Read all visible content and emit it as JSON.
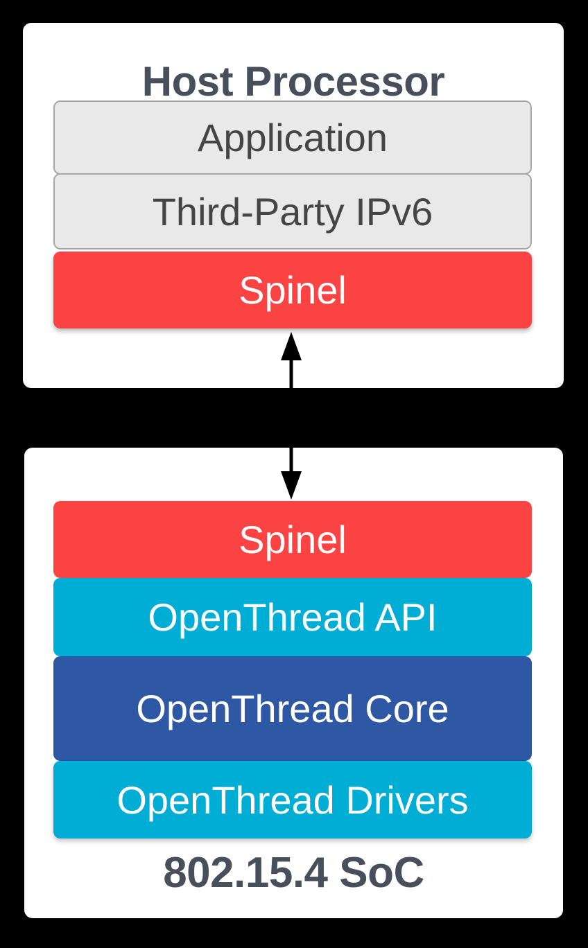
{
  "colors": {
    "background": "#000000",
    "card": "#FFFFFF",
    "title_text": "#47505A",
    "gray_fill": "#E9E9E9",
    "gray_border": "#A6A6A6",
    "gray_text": "#454545",
    "red": "#FB4343",
    "cyan": "#00ADD5",
    "blue": "#2E58A4",
    "white_text": "#FFFFFF",
    "arrow": "#000000"
  },
  "host_card": {
    "title": "Host Processor",
    "layers": [
      {
        "label": "Application",
        "type": "gray"
      },
      {
        "label": "Third-Party IPv6",
        "type": "gray"
      },
      {
        "label": "Spinel",
        "type": "red"
      }
    ]
  },
  "soc_card": {
    "title": "802.15.4 SoC",
    "layers": [
      {
        "label": "Spinel",
        "type": "red"
      },
      {
        "label": "OpenThread API",
        "type": "cyan"
      },
      {
        "label": "OpenThread Core",
        "type": "blue"
      },
      {
        "label": "OpenThread Drivers",
        "type": "cyan"
      }
    ]
  },
  "arrow": {
    "name": "bidirectional-arrow",
    "direction": "vertical-double-headed"
  }
}
